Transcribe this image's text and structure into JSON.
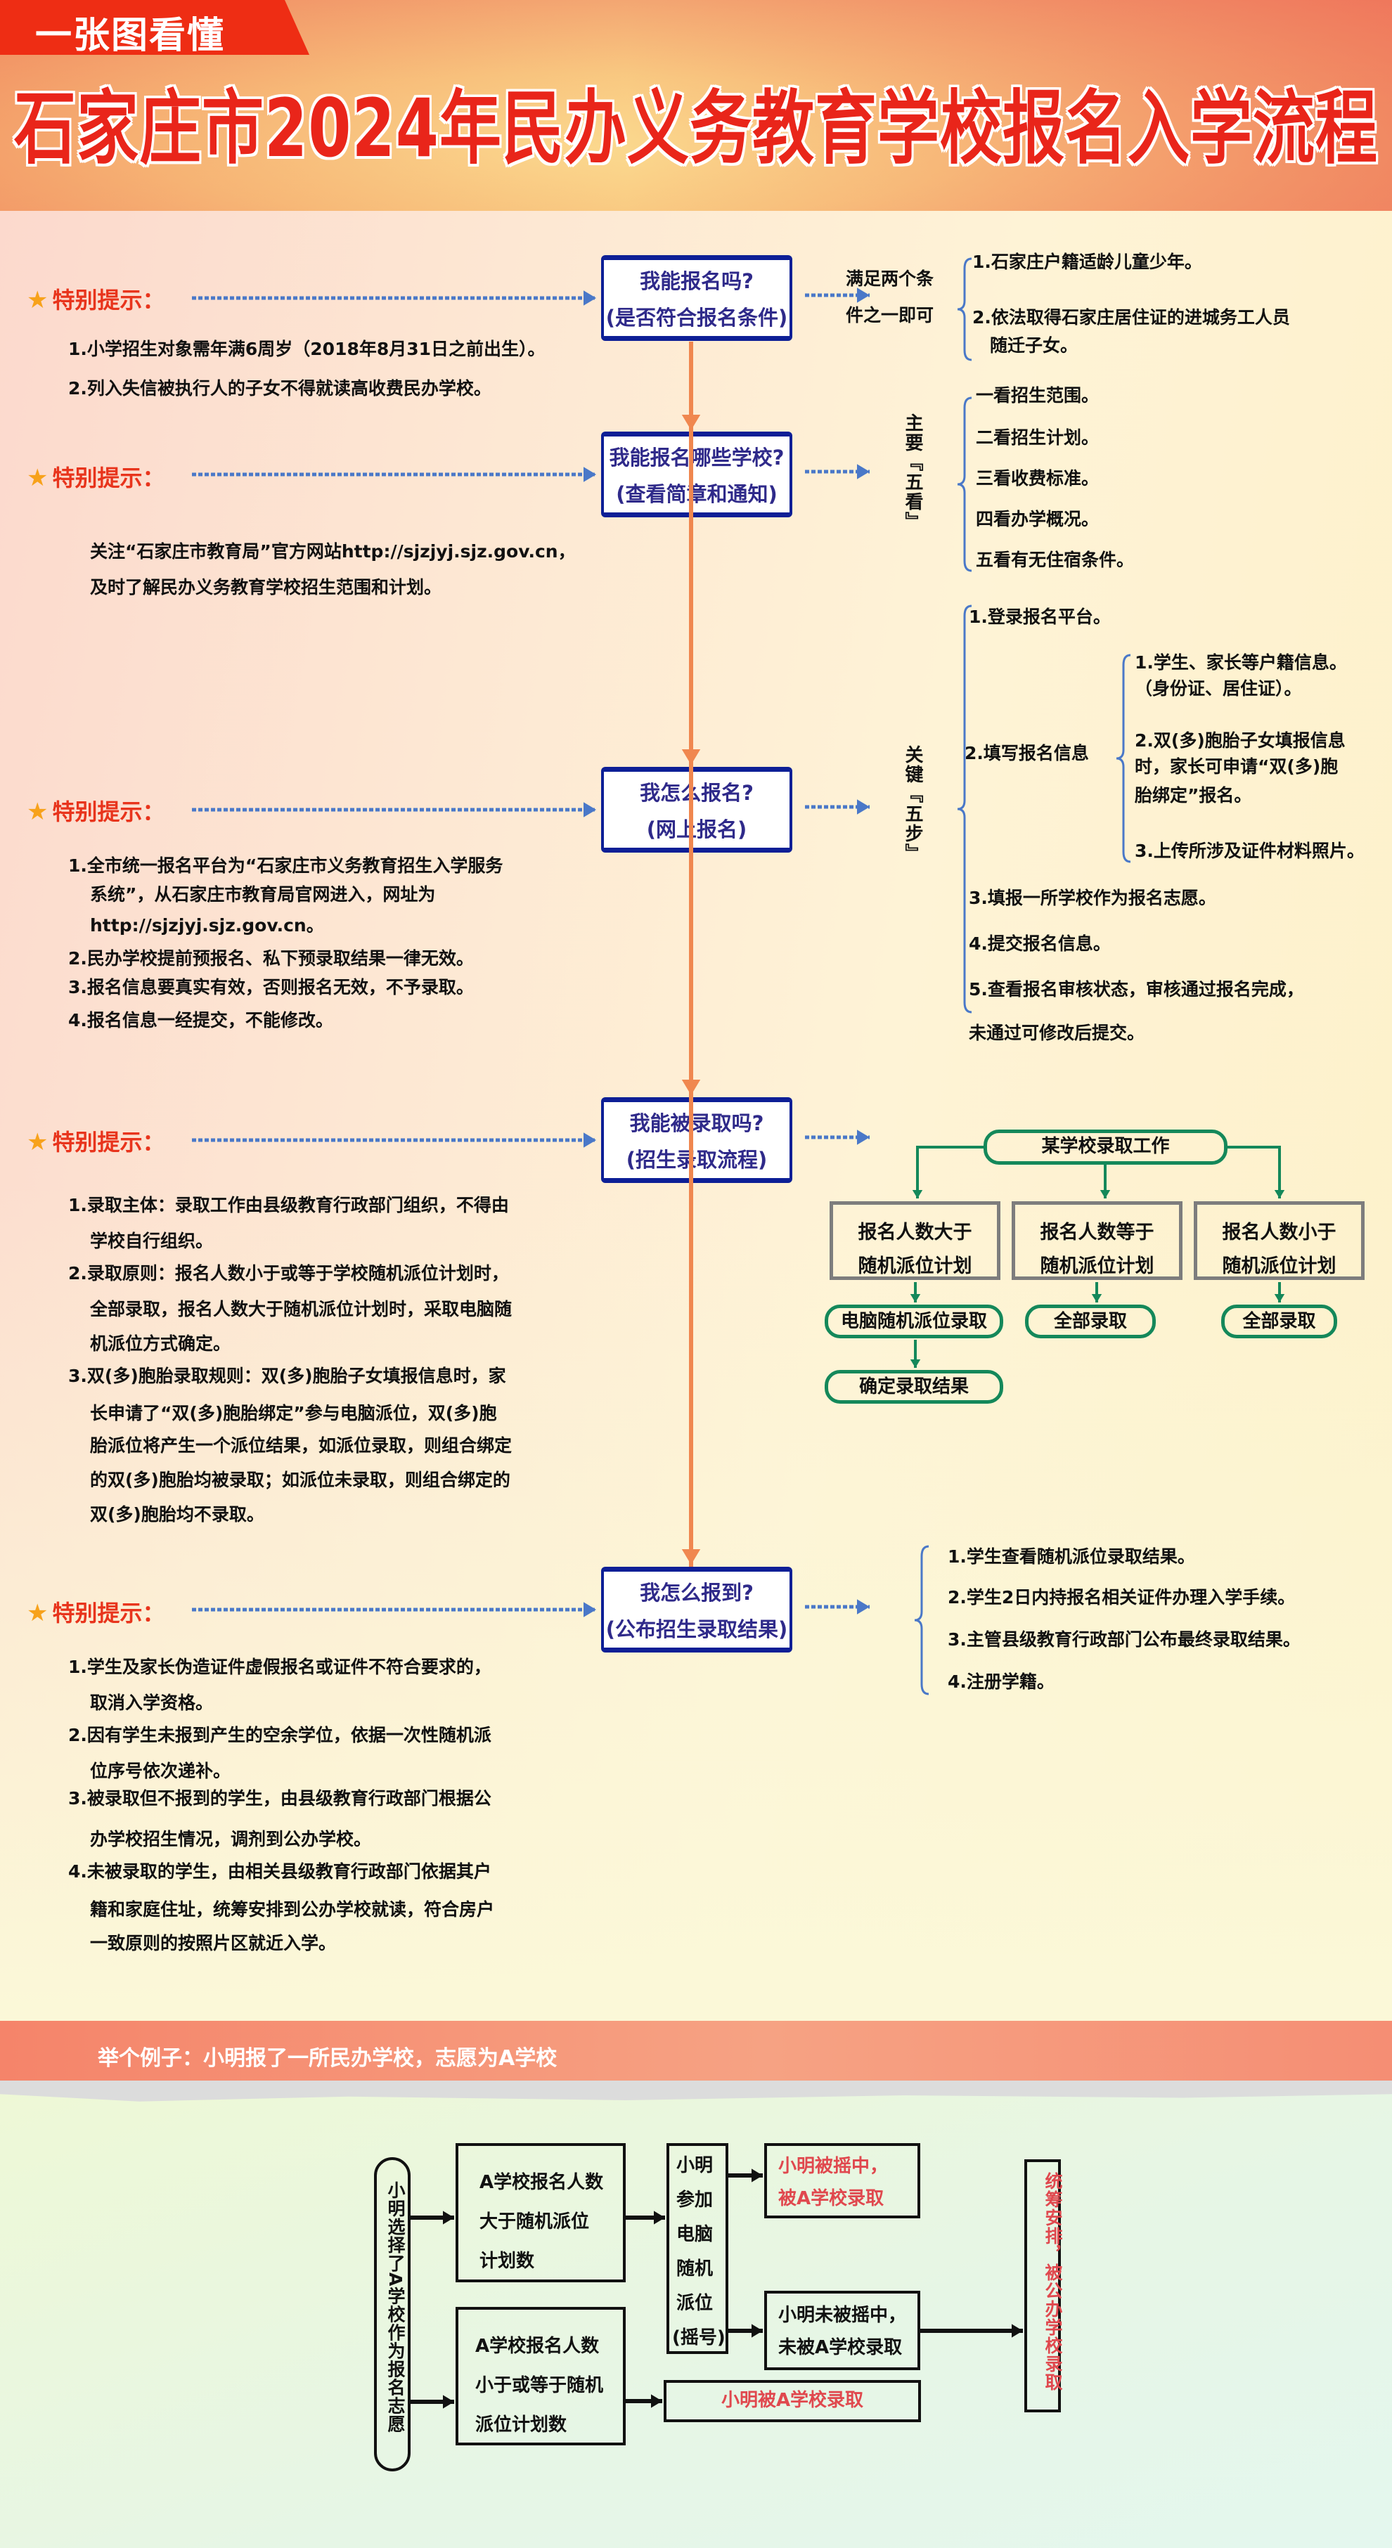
{
  "header": {
    "tag": "一张图看懂",
    "title": "石家庄市2024年民办义务教育学校报名入学流程"
  },
  "tip_label": "特别提示：",
  "colors": {
    "title_red": "#e9251a",
    "box_blue": "#0d1f96",
    "flow_orange": "#f0874f",
    "green": "#14885a",
    "dash_blue": "#4a78c8"
  },
  "sections": [
    {
      "question": "我能报名吗?",
      "sub": "(是否符合报名条件)",
      "notes": [
        "1.小学招生对象需年满6周岁（2018年8月31日之前出生）。",
        "2.列入失信被执行人的子女不得就读高收费民办学校。"
      ],
      "label": [
        "满足两个条",
        "件之一即可"
      ],
      "items": [
        "1.石家庄户籍适龄儿童少年。",
        "2.依法取得石家庄居住证的进城务工人员",
        "随迁子女。"
      ]
    },
    {
      "question": "我能报名哪些学校?",
      "sub": "(查看简章和通知)",
      "notes": [
        "关注“石家庄市教育局”官方网站http://sjzjyj.sjz.gov.cn，",
        "及时了解民办义务教育学校招生范围和计划。"
      ],
      "label": "主要『五看』",
      "items": [
        "一看招生范围。",
        "二看招生计划。",
        "三看收费标准。",
        "四看办学概况。",
        "五看有无住宿条件。"
      ]
    },
    {
      "question": "我怎么报名?",
      "sub": "(网上报名)",
      "notes": [
        "1.全市统一报名平台为“石家庄市义务教育招生入学服务",
        "系统”，从石家庄市教育局官网进入，网址为",
        "http://sjzjyj.sjz.gov.cn。",
        "2.民办学校提前预报名、私下预录取结果一律无效。",
        "3.报名信息要真实有效，否则报名无效，不予录取。",
        "4.报名信息一经提交，不能修改。"
      ],
      "label": "关键『五步』",
      "steps": [
        "1.登录报名平台。",
        "2.填写报名信息",
        "3.填报一所学校作为报名志愿。",
        "4.提交报名信息。",
        "5.查看报名审核状态，审核通过报名完成，",
        "未通过可修改后提交。"
      ],
      "substeps": [
        "1.学生、家长等户籍信息。",
        "（身份证、居住证）。",
        "2.双(多)胞胎子女填报信息",
        "时，家长可申请“双(多)胞",
        "胎绑定”报名。",
        "3.上传所涉及证件材料照片。"
      ]
    },
    {
      "question": "我能被录取吗?",
      "sub": "(招生录取流程)",
      "notes": [
        {
          "bold": "1.录取主体：",
          "text": "录取工作由县级教育行政部门组织，不得由"
        },
        {
          "text": "学校自行组织。"
        },
        {
          "bold": "2.录取原则：",
          "text": "报名人数小于或等于学校随机派位计划时，"
        },
        {
          "text": "全部录取，报名人数大于随机派位计划时，采取电脑随"
        },
        {
          "text": "机派位方式确定。"
        },
        {
          "bold": "3.双(多)胞胎录取规则：",
          "text": "双(多)胞胎子女填报信息时，家"
        },
        {
          "text": "长申请了“双(多)胞胎绑定”参与电脑派位，双(多)胞"
        },
        {
          "text": "胎派位将产生一个派位结果，如派位录取，则组合绑定"
        },
        {
          "text": "的双(多)胞胎均被录取；如派位未录取，则组合绑定的"
        },
        {
          "text": "双(多)胞胎均不录取。"
        }
      ],
      "flow": {
        "top": "某学校录取工作",
        "cases": [
          [
            "报名人数大于",
            "随机派位计划"
          ],
          [
            "报名人数等于",
            "随机派位计划"
          ],
          [
            "报名人数小于",
            "随机派位计划"
          ]
        ],
        "results": [
          "电脑随机派位录取",
          "全部录取",
          "全部录取"
        ],
        "final": "确定录取结果"
      }
    },
    {
      "question": "我怎么报到?",
      "sub": "(公布招生录取结果)",
      "notes": [
        "1.学生及家长伪造证件虚假报名或证件不符合要求的，",
        "取消入学资格。",
        "2.因有学生未报到产生的空余学位，依据一次性随机派",
        "位序号依次递补。",
        "3.被录取但不报到的学生，由县级教育行政部门根据公",
        "办学校招生情况，调剂到公办学校。",
        "4.未被录取的学生，由相关县级教育行政部门依据其户",
        "籍和家庭住址，统筹安排到公办学校就读，符合房户",
        "一致原则的按照片区就近入学。"
      ],
      "items": [
        "1.学生查看随机派位录取结果。",
        "2.学生2日内持报名相关证件办理入学手续。",
        "3.主管县级教育行政部门公布最终录取结果。",
        "4.注册学籍。"
      ]
    }
  ],
  "example": {
    "banner": "举个例子：小明报了一所民办学校，志愿为A学校",
    "choice": "小明选择了A学校作为报名志愿",
    "case_more": [
      "A学校报名人数",
      "大于随机派位",
      "计划数"
    ],
    "case_less": [
      "A学校报名人数",
      "小于或等于随机",
      "派位计划数"
    ],
    "lottery": [
      "小明",
      "参加",
      "电脑",
      "随机",
      "派位",
      "(摇号)"
    ],
    "win": [
      "小明被摇中，",
      "被A学校录取"
    ],
    "lose": [
      "小明未被摇中，",
      "未被A学校录取"
    ],
    "admitted": "小明被A学校录取",
    "public": "统筹安排，被公办学校录取"
  }
}
